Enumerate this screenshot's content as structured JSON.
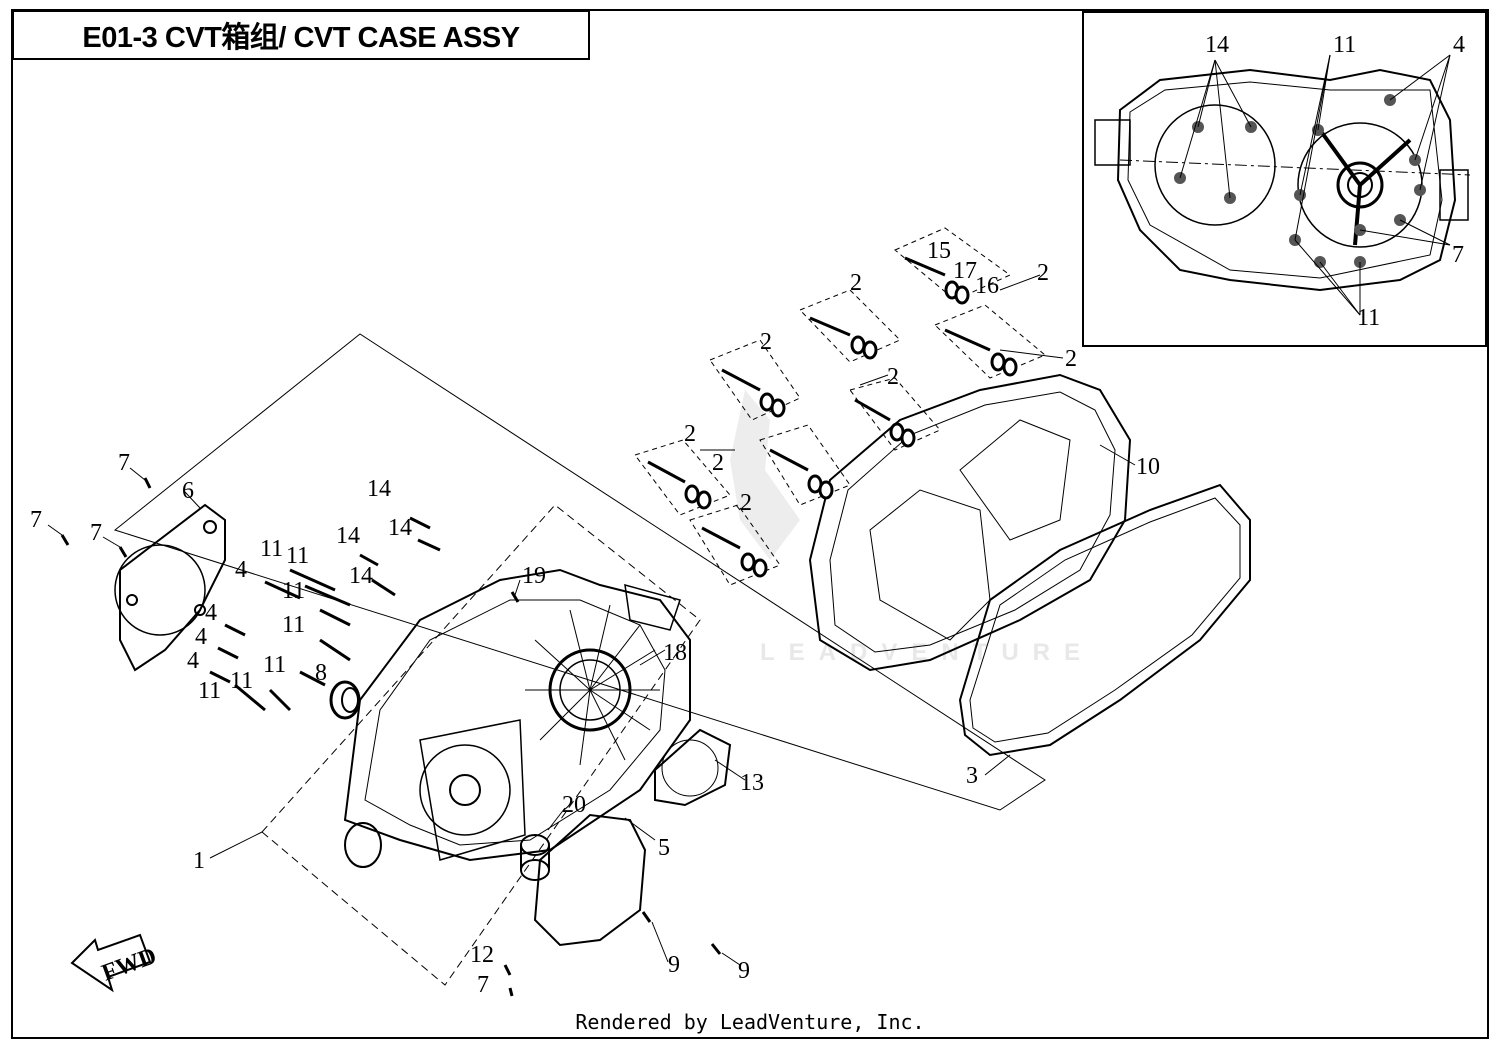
{
  "diagram": {
    "title": "E01-3 CVT箱组/ CVT CASE ASSY",
    "footer": "Rendered by LeadVenture, Inc.",
    "watermark": "LEADVENTURE",
    "fwd_label": "FWD",
    "callouts": {
      "c1": "1",
      "c2a": "2",
      "c2b": "2",
      "c2c": "2",
      "c2d": "2",
      "c2e": "2",
      "c2f": "2",
      "c2g": "2",
      "c2h": "2",
      "c3": "3",
      "c4a": "4",
      "c4b": "4",
      "c4c": "4",
      "c4d": "4",
      "c5": "5",
      "c6": "6",
      "c7a": "7",
      "c7b": "7",
      "c7c": "7",
      "c7d": "7",
      "c8": "8",
      "c9a": "9",
      "c9b": "9",
      "c10": "10",
      "c11a": "11",
      "c11b": "11",
      "c11c": "11",
      "c11d": "11",
      "c11e": "11",
      "c11f": "11",
      "c11g": "11",
      "c12": "12",
      "c13": "13",
      "c14a": "14",
      "c14b": "14",
      "c14c": "14",
      "c14d": "14",
      "c15": "15",
      "c16": "16",
      "c17": "17",
      "c18": "18",
      "c19": "19",
      "c20": "20"
    },
    "inset_callouts": {
      "i14": "14",
      "i11a": "11",
      "i4": "4",
      "i7": "7",
      "i11b": "11"
    }
  }
}
